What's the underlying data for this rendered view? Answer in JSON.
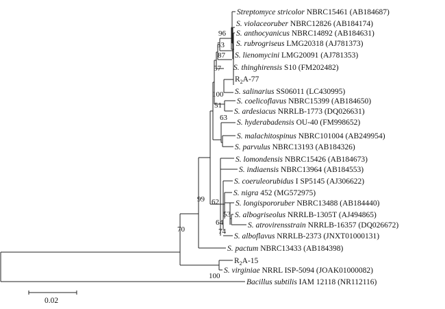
{
  "taxa": [
    {
      "id": "t1",
      "parts": [
        {
          "t": "Streptomyce stricolor",
          "i": true
        },
        {
          "t": " NBRC15461 (AB184687)"
        }
      ]
    },
    {
      "id": "t2",
      "parts": [
        {
          "t": "S. violaceoruber",
          "i": true
        },
        {
          "t": " NBRC12826 (AB184174)"
        }
      ]
    },
    {
      "id": "t3",
      "parts": [
        {
          "t": "S. anthocyanicus",
          "i": true
        },
        {
          "t": " NBRC14892 (AB184631)"
        }
      ]
    },
    {
      "id": "t4",
      "parts": [
        {
          "t": "S. rubrogriseus",
          "i": true
        },
        {
          "t": " LMG20318 (AJ781373)"
        }
      ]
    },
    {
      "id": "t5",
      "parts": [
        {
          "t": "S. lienomycini",
          "i": true
        },
        {
          "t": " LMG20091 (AJ781353)"
        }
      ]
    },
    {
      "id": "t6",
      "parts": [
        {
          "t": "S. thinghirensis",
          "i": true
        },
        {
          "t": " S10 (FM202482)"
        }
      ]
    },
    {
      "id": "t7",
      "parts": [
        {
          "t": "R"
        },
        {
          "t": "2",
          "sub": true
        },
        {
          "t": "A-77"
        }
      ]
    },
    {
      "id": "t8",
      "parts": [
        {
          "t": "S. salinarius",
          "i": true
        },
        {
          "t": " SS06011 (LC430995)"
        }
      ]
    },
    {
      "id": "t9",
      "parts": [
        {
          "t": "S. coelicoflavus",
          "i": true
        },
        {
          "t": " NBRC15399 (AB184650)"
        }
      ]
    },
    {
      "id": "t10",
      "parts": [
        {
          "t": "S. ardesiacus",
          "i": true
        },
        {
          "t": " NRRLB-1773 (DQ026631)"
        }
      ]
    },
    {
      "id": "t11",
      "parts": [
        {
          "t": "S. hyderabadensis",
          "i": true
        },
        {
          "t": " OU-40 (FM998652)"
        }
      ]
    },
    {
      "id": "t12",
      "parts": [
        {
          "t": "S. malachitospinus",
          "i": true
        },
        {
          "t": " NBRC101004 (AB249954)"
        }
      ]
    },
    {
      "id": "t13",
      "parts": [
        {
          "t": "S. parvulus",
          "i": true
        },
        {
          "t": " NBRC13193 (AB184326)"
        }
      ]
    },
    {
      "id": "t14",
      "parts": [
        {
          "t": "S. lomondensis",
          "i": true
        },
        {
          "t": " NBRC15426 (AB184673)"
        }
      ]
    },
    {
      "id": "t15",
      "parts": [
        {
          "t": "S. indiaensis",
          "i": true
        },
        {
          "t": " NBRC13964 (AB184553)"
        }
      ]
    },
    {
      "id": "t16",
      "parts": [
        {
          "t": "S. coeruleorubidus",
          "i": true
        },
        {
          "t": " I SP5145 (AJ306622)"
        }
      ]
    },
    {
      "id": "t17",
      "parts": [
        {
          "t": "S. nigra",
          "i": true
        },
        {
          "t": " 452 (MG572975)"
        }
      ]
    },
    {
      "id": "t18",
      "parts": [
        {
          "t": "S. longispororuber",
          "i": true
        },
        {
          "t": " NBRC13488 (AB184440)"
        }
      ]
    },
    {
      "id": "t19",
      "parts": [
        {
          "t": "S. albogriseolus",
          "i": true
        },
        {
          "t": " NRRLB-1305T (AJ494865)"
        }
      ]
    },
    {
      "id": "t20",
      "parts": [
        {
          "t": "S. atrovirensstrain",
          "i": true
        },
        {
          "t": " NRRLB-16357 (DQ026672)"
        }
      ]
    },
    {
      "id": "t21",
      "parts": [
        {
          "t": "S. alboflavus",
          "i": true
        },
        {
          "t": " NRRLB-2373 (JNXT01000131)"
        }
      ]
    },
    {
      "id": "t22",
      "parts": [
        {
          "t": "S. pactum",
          "i": true
        },
        {
          "t": " NBRC13433 (AB184398)"
        }
      ]
    },
    {
      "id": "t23",
      "parts": [
        {
          "t": "R"
        },
        {
          "t": "2",
          "sub": true
        },
        {
          "t": "A-15"
        }
      ]
    },
    {
      "id": "t24",
      "parts": [
        {
          "t": "S. virginiae",
          "i": true
        },
        {
          "t": " NRRL ISP-5094 (JOAK01000082)"
        }
      ]
    },
    {
      "id": "t25",
      "parts": [
        {
          "t": "Bacillus subtilis",
          "i": true
        },
        {
          "t": " IAM 12118 (NR112116)"
        }
      ]
    }
  ],
  "bootstrap": [
    "96",
    "53",
    "87",
    "57",
    "100",
    "51",
    "63",
    "99",
    "62",
    "53",
    "64",
    "74",
    "70",
    "100"
  ],
  "scale_bar": {
    "label": "0.02"
  }
}
